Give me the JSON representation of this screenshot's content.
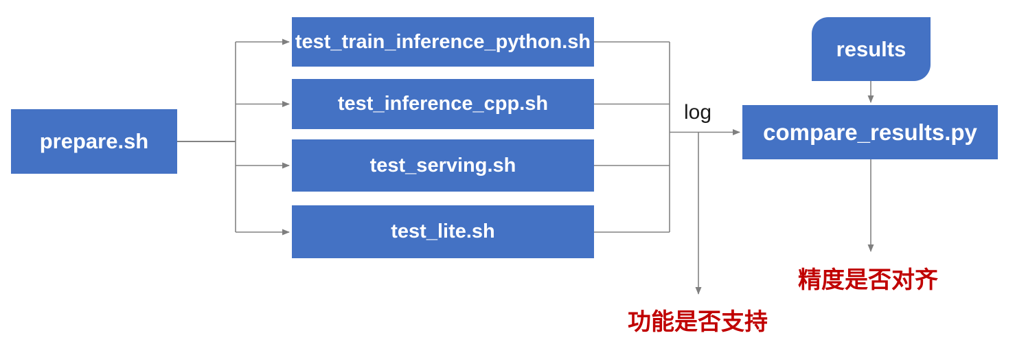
{
  "diagram": {
    "nodes": {
      "prepare": {
        "label": "prepare.sh"
      },
      "tests": [
        {
          "label": "test_train_inference_python.sh"
        },
        {
          "label": "test_inference_cpp.sh"
        },
        {
          "label": "test_serving.sh"
        },
        {
          "label": "test_lite.sh"
        }
      ],
      "results": {
        "label": "results"
      },
      "compare": {
        "label": "compare_results.py"
      }
    },
    "edge_labels": {
      "log": "log"
    },
    "annotations": {
      "function_support": "功能是否支持",
      "precision_aligned": "精度是否对齐"
    },
    "colors": {
      "node_fill": "#4472c4",
      "node_text": "#ffffff",
      "connector_gray": "#808080",
      "annotation_red": "#c00000",
      "edge_label_text": "#1a1a1a"
    }
  }
}
